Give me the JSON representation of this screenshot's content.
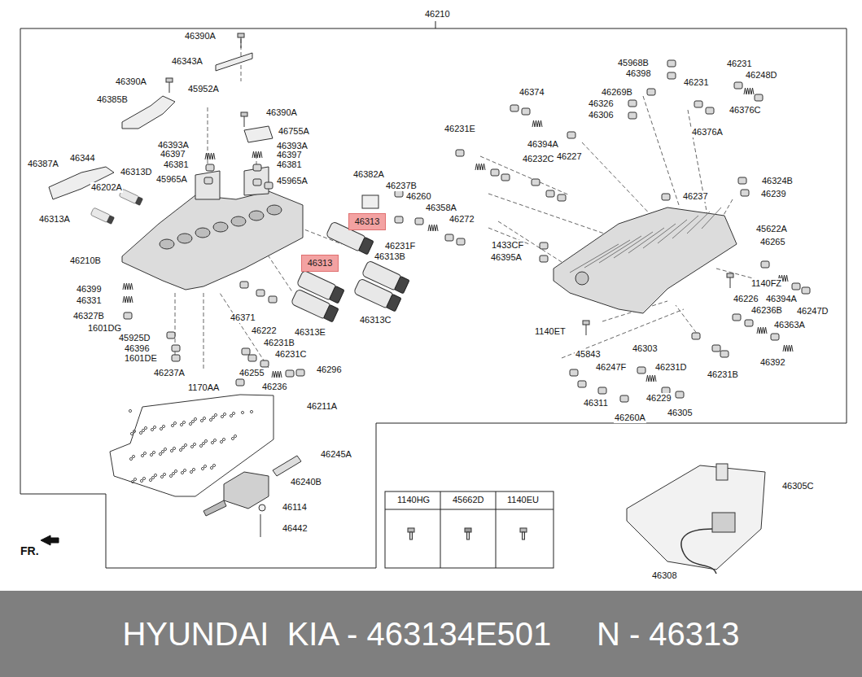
{
  "diagram": {
    "nodes": [
      {
        "text": [
          "46313"
        ]
      },
      {
        "text": [
          "46313"
        ]
      },
      {
        "text": [
          "HYUNDAI  KIA - 463134E501     N - 46313"
        ]
      }
    ],
    "labels": [
      "46210",
      "46390A",
      "46343A",
      "46390A",
      "45952A",
      "46385B",
      "46390A",
      "46755A",
      "46393A",
      "46397",
      "46381",
      "45965A",
      "46393A",
      "46397",
      "46381",
      "45965A",
      "46387A",
      "46344",
      "46313D",
      "46202A",
      "46313A",
      "46210B",
      "46399",
      "46331",
      "46327B",
      "1601DG",
      "45925D",
      "46396",
      "1601DE",
      "46237A",
      "1170AA",
      "46255",
      "46236",
      "46296",
      "46231C",
      "46231B",
      "46222",
      "46371",
      "46313E",
      "46313C",
      "46313B",
      "46231F",
      "46382A",
      "46237B",
      "46260",
      "46358A",
      "46272",
      "46211A",
      "46245A",
      "46240B",
      "46114",
      "46442",
      "FR.",
      "1140HG",
      "45662D",
      "1140EU",
      "45968B",
      "46398",
      "46374",
      "46269B",
      "46326",
      "46306",
      "46231",
      "46248D",
      "46231",
      "46376C",
      "46376A",
      "46231E",
      "46394A",
      "46227",
      "46232C",
      "46324B",
      "46239",
      "46237",
      "45622A",
      "46265",
      "1433CF",
      "46395A",
      "1140FZ",
      "46394A",
      "46247D",
      "46226",
      "46236B",
      "46363A",
      "1140ET",
      "46392",
      "46231B",
      "45843",
      "46303",
      "46247F",
      "46231D",
      "46311",
      "46229",
      "46305",
      "46260A",
      "46305C",
      "46308"
    ]
  }
}
